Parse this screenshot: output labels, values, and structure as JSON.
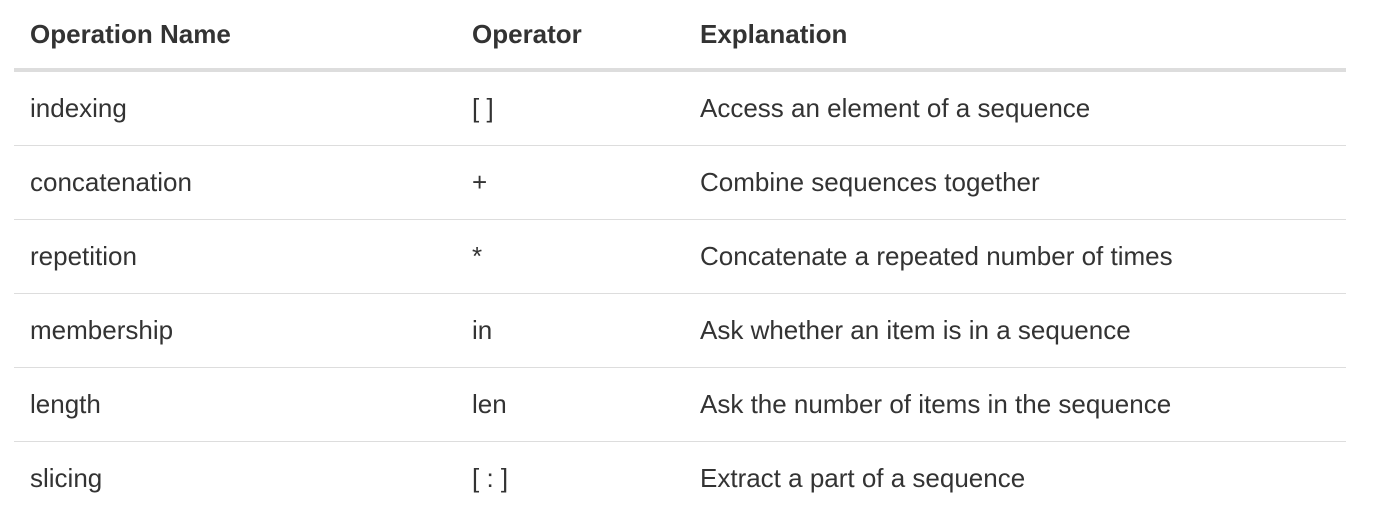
{
  "table": {
    "headers": [
      "Operation Name",
      "Operator",
      "Explanation"
    ],
    "rows": [
      {
        "name": "indexing",
        "operator": "[ ]",
        "explanation": "Access an element of a sequence"
      },
      {
        "name": "concatenation",
        "operator": "+",
        "explanation": "Combine sequences together"
      },
      {
        "name": "repetition",
        "operator": "*",
        "explanation": "Concatenate a repeated number of times"
      },
      {
        "name": "membership",
        "operator": "in",
        "explanation": "Ask whether an item is in a sequence"
      },
      {
        "name": "length",
        "operator": "len",
        "explanation": "Ask the number of items in the sequence"
      },
      {
        "name": "slicing",
        "operator": "[ : ]",
        "explanation": "Extract a part of a sequence"
      }
    ]
  }
}
